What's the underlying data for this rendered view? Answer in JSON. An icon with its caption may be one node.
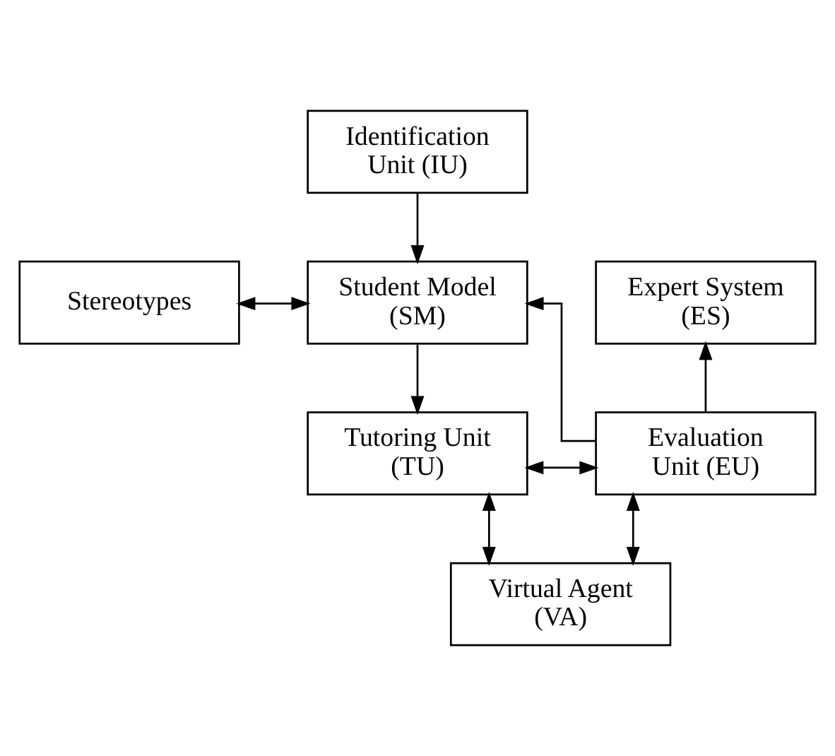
{
  "diagram": {
    "nodes": [
      {
        "text": [
          "Identification Unit (IU)"
        ]
      },
      {
        "text": [
          "Stereotypes"
        ]
      },
      {
        "text": [
          "Student Model (SM)"
        ]
      },
      {
        "text": [
          "Expert System (ES)"
        ]
      },
      {
        "text": [
          "Tutoring Unit (TU)"
        ]
      },
      {
        "text": [
          "Evaluation Unit (EU)"
        ]
      },
      {
        "text": [
          "Virtual Agent (VA)"
        ]
      }
    ],
    "edges": [
      {
        "from": 0,
        "to": 2,
        "arrow": "to"
      },
      {
        "from": 1,
        "to": 2,
        "arrow": "both"
      },
      {
        "from": 2,
        "to": 4,
        "arrow": "to"
      },
      {
        "from": 5,
        "to": 2,
        "arrow": "to"
      },
      {
        "from": 5,
        "to": 3,
        "arrow": "to"
      },
      {
        "from": 4,
        "to": 5,
        "arrow": "both"
      },
      {
        "from": 4,
        "to": 6,
        "arrow": "both"
      },
      {
        "from": 5,
        "to": 6,
        "arrow": "both"
      }
    ]
  }
}
